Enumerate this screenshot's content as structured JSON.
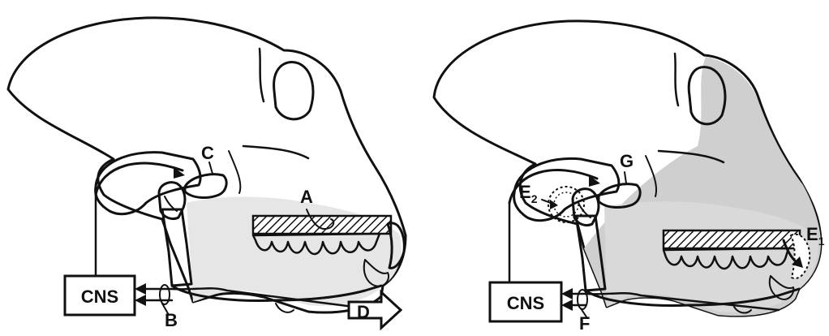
{
  "left_panel": {
    "cns_box": "CNS",
    "label_a": "A",
    "label_b": "B",
    "label_c": "C",
    "label_d": "D"
  },
  "right_panel": {
    "cns_box": "CNS",
    "label_e2_base": "E",
    "label_e2_sub": "2",
    "label_e1_base": "E",
    "label_e1_sub": "1",
    "label_f": "F",
    "label_g": "G"
  },
  "colors": {
    "skull_light": "#d8d8d8",
    "skull_dark": "#6e6e6e",
    "line": "#111111"
  }
}
